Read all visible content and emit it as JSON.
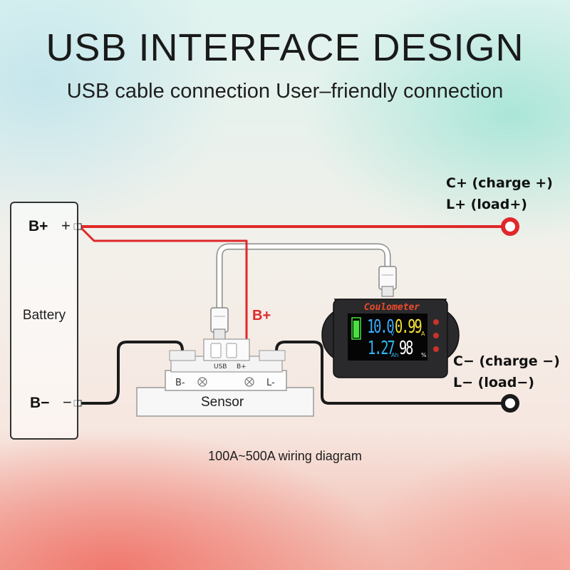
{
  "header": {
    "title": "USB INTERFACE DESIGN",
    "subtitle": "USB cable connection User–friendly connection"
  },
  "diagram": {
    "battery_label": "Battery",
    "battery_pos_terminal": "B+",
    "battery_pos_symbol": "+",
    "battery_neg_terminal": "B−",
    "battery_neg_symbol": "−",
    "wire_bplus_label": "B+",
    "sensor_label": "Sensor",
    "sensor_left_marking": "B-",
    "sensor_right_marking": "L-",
    "sensor_usb_marking": "USB",
    "sensor_bplus_marking": "B+",
    "positive_terminal_line1": "C+ (charge +)",
    "positive_terminal_line2": "L+ (load+)",
    "negative_terminal_line1": "C− (charge −)",
    "negative_terminal_line2": "L− (load−)",
    "caption": "100A~500A wiring diagram"
  },
  "meter": {
    "title": "Coulometer",
    "voltage": "10.0",
    "voltage_unit": "V",
    "current": "0.99",
    "current_unit": "A",
    "capacity": "1.27",
    "capacity_unit": "Ah",
    "percent": "98",
    "percent_unit": "%"
  },
  "colors": {
    "positive_wire": "#e0282a",
    "negative_wire": "#1a1a1a",
    "usb_cable": "#ffffff"
  }
}
